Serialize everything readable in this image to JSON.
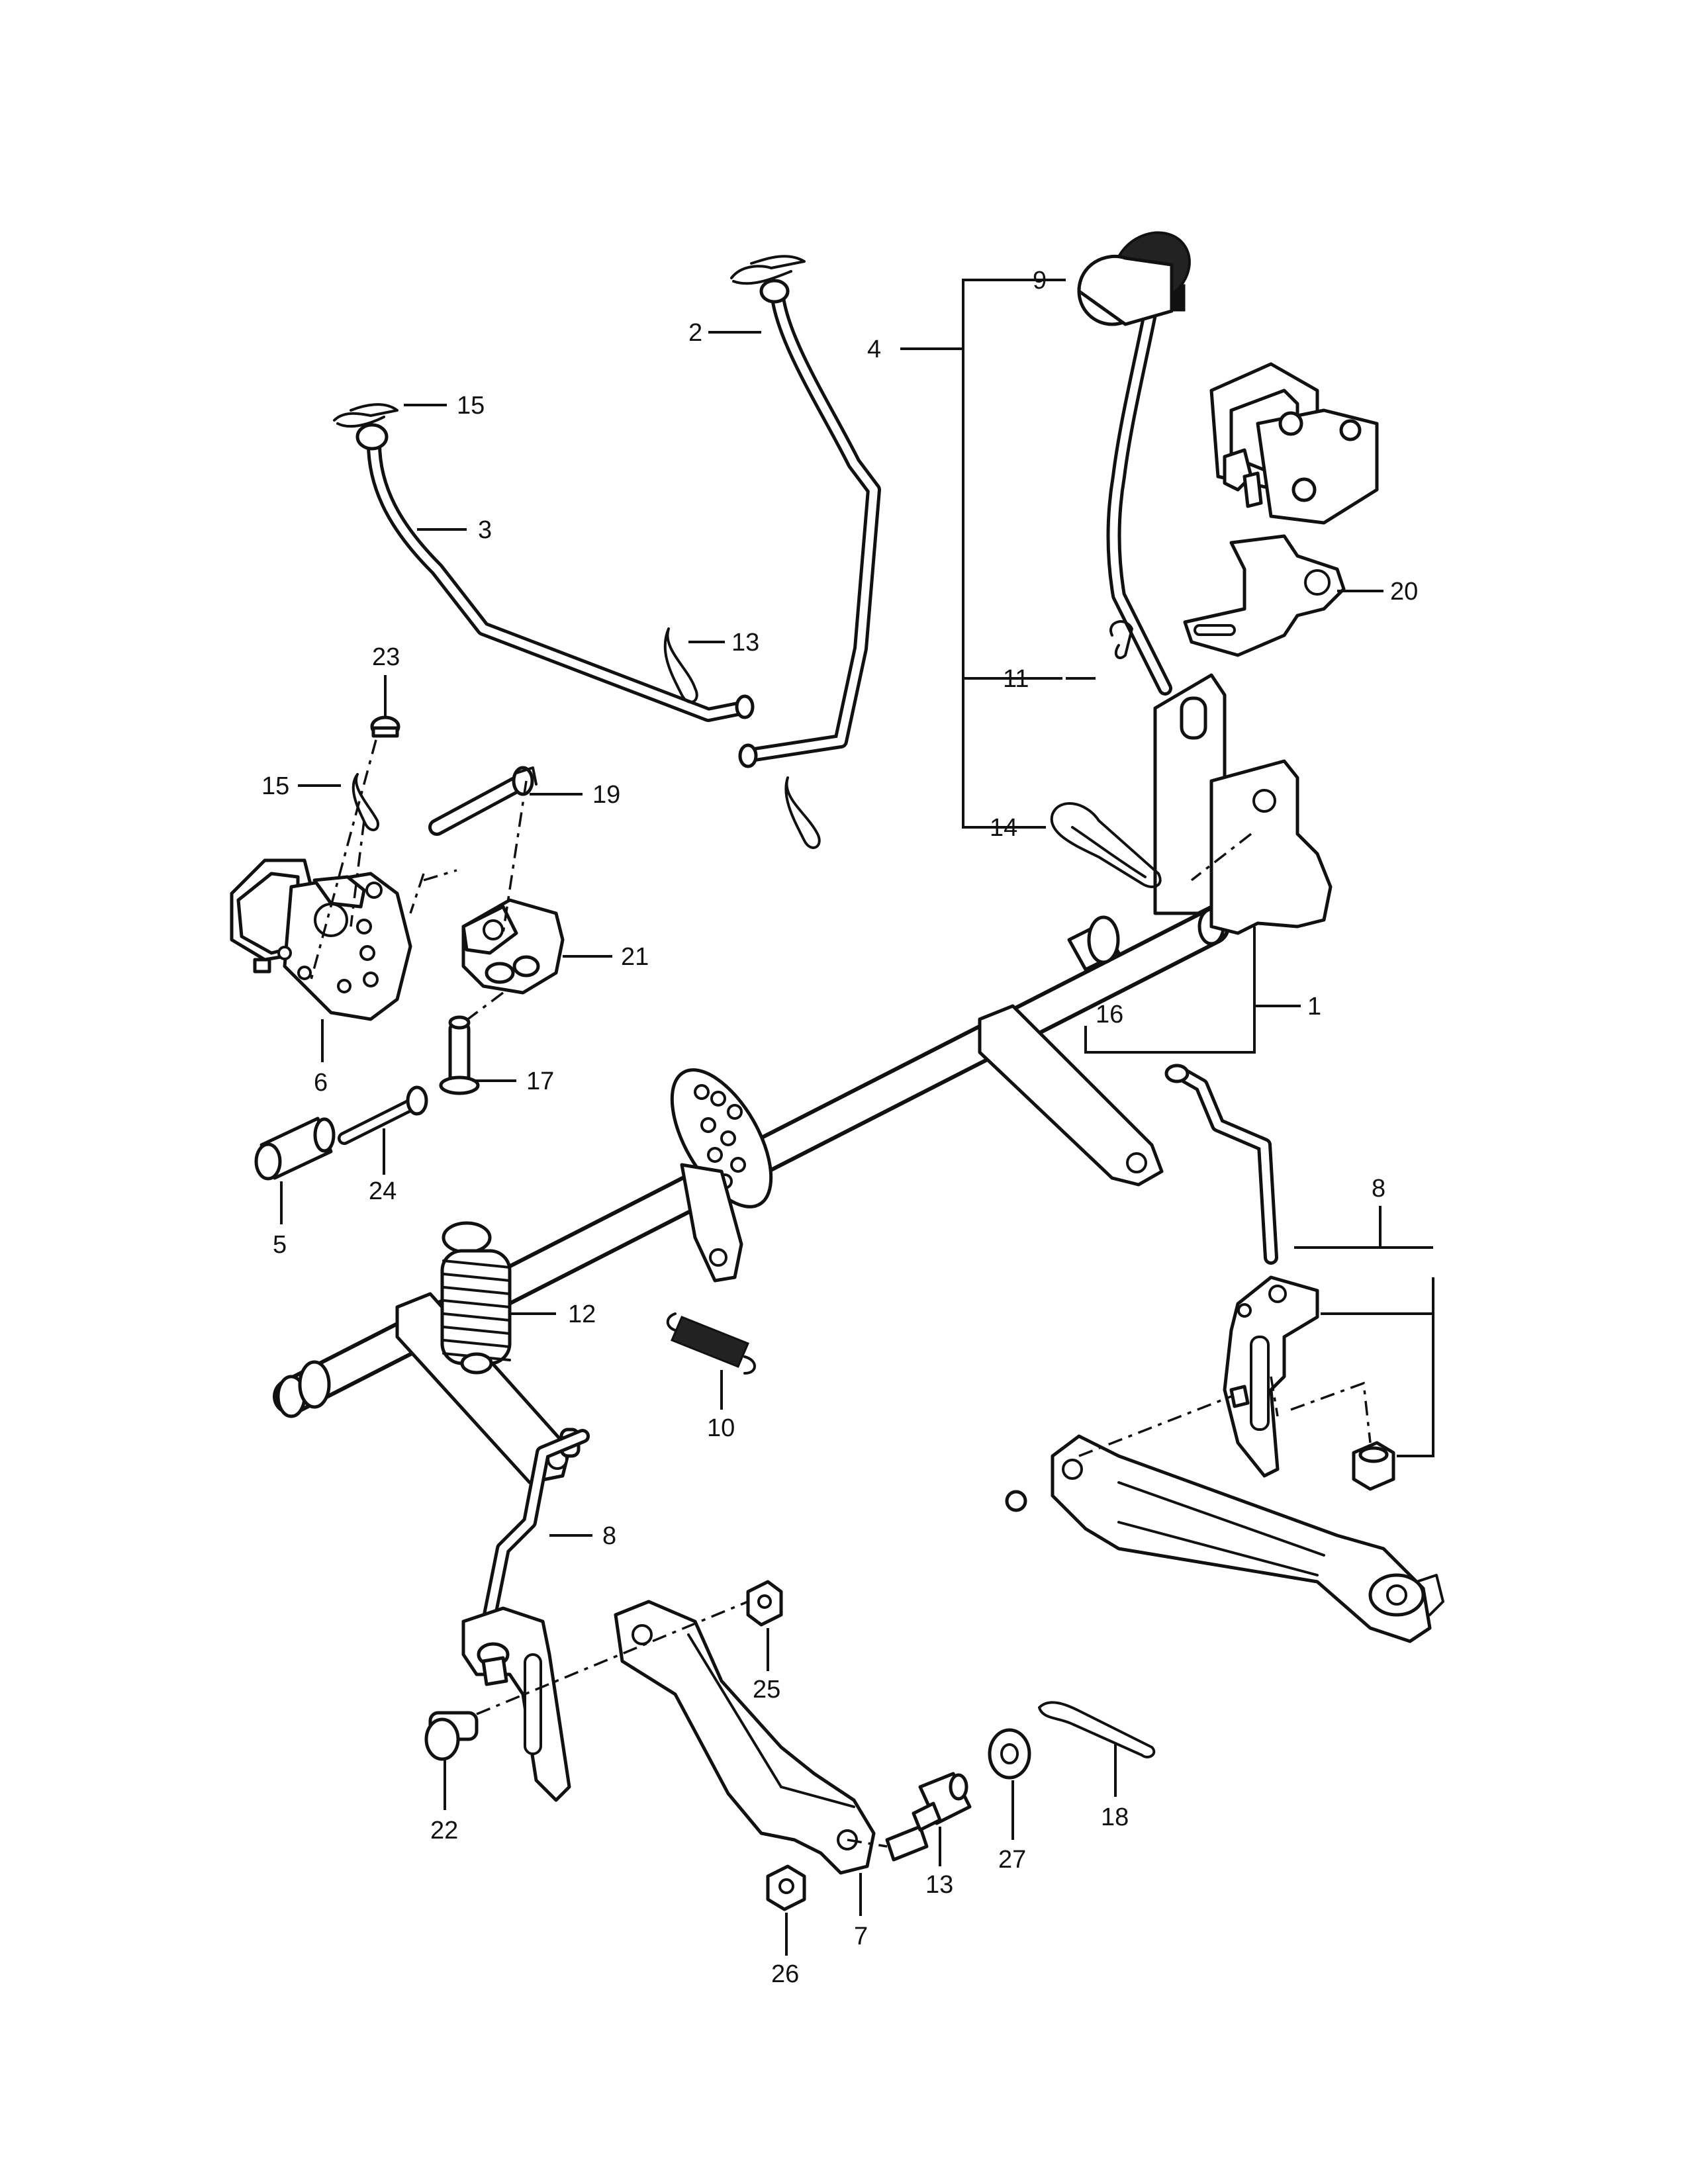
{
  "callouts": {
    "c1": "1",
    "c2": "2",
    "c3": "3",
    "c4": "4",
    "c5": "5",
    "c6": "6",
    "c7": "7",
    "c8a": "8",
    "c8b": "8",
    "c9": "9",
    "c10": "10",
    "c11": "11",
    "c12": "12",
    "c13a": "13",
    "c13b": "13",
    "c14": "14",
    "c15a": "15",
    "c15b": "15",
    "c16": "16",
    "c17": "17",
    "c18": "18",
    "c19": "19",
    "c20": "20",
    "c21": "21",
    "c22": "22",
    "c23": "23",
    "c24": "24",
    "c25": "25",
    "c26": "26",
    "c27": "27"
  }
}
